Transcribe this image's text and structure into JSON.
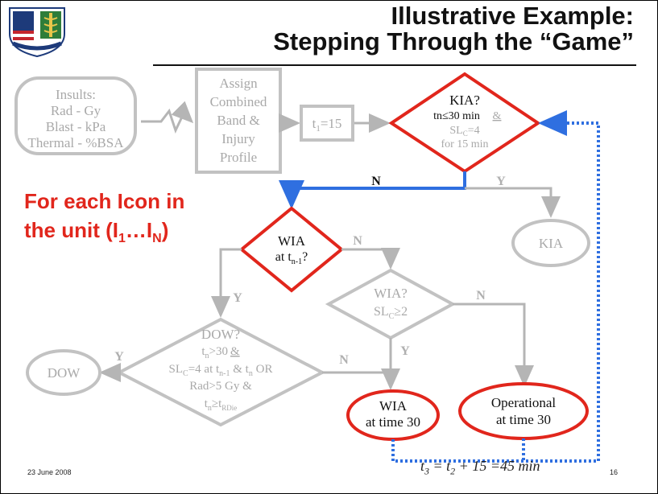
{
  "title": {
    "line1": "Illustrative Example:",
    "line2": "Stepping Through the “Game”"
  },
  "heading": {
    "line1": "For each Icon in",
    "line2_prefix": "the unit (I",
    "sub1": "1",
    "mid": "…I",
    "subN": "N",
    "suffix": ")"
  },
  "insults": {
    "l1": "Insults:",
    "l2": "Rad - Gy",
    "l3": "Blast - kPa",
    "l4": "Thermal - %BSA"
  },
  "assign": {
    "l1": "Assign",
    "l2": "Combined",
    "l3": "Band &",
    "l4": "Injury",
    "l5": "Profile"
  },
  "t1": {
    "t": "t",
    "sub": "1",
    "val": "=15"
  },
  "kia_q": {
    "l1": "KIA?",
    "l2": "tn≤30 min",
    "amp": "&",
    "l3a": "SL",
    "l3sub": "C",
    "l3b": "=4",
    "l4": "for 15 min"
  },
  "kia_box": {
    "label": "KIA"
  },
  "wia_q": {
    "l1": "WIA",
    "l2a": "at t",
    "l2sub": "n-1",
    "l2b": "?"
  },
  "wia2_q": {
    "l1": "WIA?",
    "l2a": "SL",
    "l2sub": "C",
    "l2b": "≥2"
  },
  "dow_q": {
    "l1": "DOW?",
    "l2a": "t",
    "l2sub": "n",
    "l2b": ">30",
    "l2amp": "&",
    "l3a": "SL",
    "l3sub1": "C",
    "l3b": "=4 at t",
    "l3sub2": "n-1",
    "l3c": " & t",
    "l3sub3": "n",
    "l3d": "  OR",
    "l4": "Rad>5 Gy &",
    "l5a": "t",
    "l5sub": "n",
    "l5b": "≥t",
    "l5sub2": "RDie"
  },
  "dow_box": {
    "label": "DOW"
  },
  "wia30": {
    "l1": "WIA",
    "l2": "at time 30"
  },
  "oper30": {
    "l1": "Operational",
    "l2": "at time 30"
  },
  "labels": {
    "n": "N",
    "y": "Y"
  },
  "footer": {
    "date": "23 June 2008",
    "page": "16"
  },
  "equation": {
    "t3": "t",
    "s3": "3",
    "eq1": " = t",
    "s2": "2",
    "rest": " + 15 =45 min"
  },
  "colors": {
    "red": "#e1261c",
    "gray": "#bdbdbd",
    "blue": "#2f6fe0",
    "text_gray": "#a9a9a9"
  }
}
